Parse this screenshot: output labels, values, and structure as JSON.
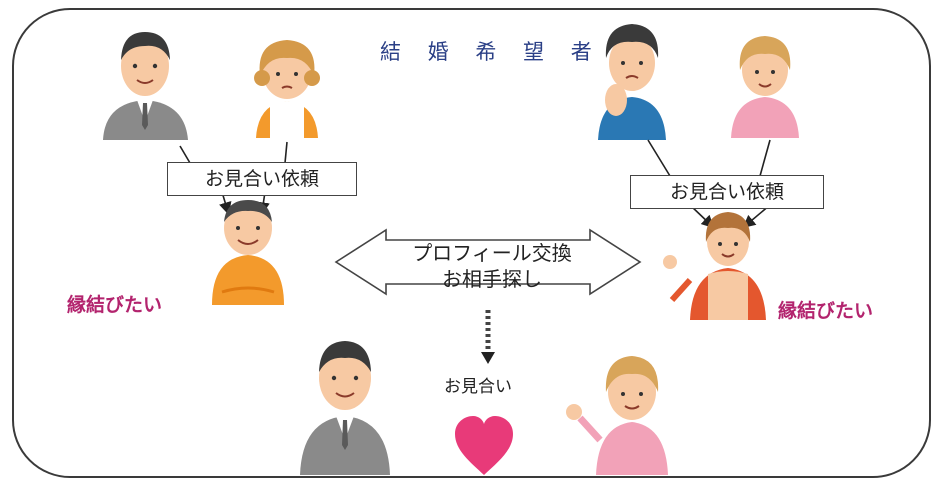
{
  "title": "結 婚 希 望 者",
  "request_label_left": "お見合い依頼",
  "request_label_right": "お見合い依頼",
  "matchmaker_left": "縁結びたい",
  "matchmaker_right": "縁結びたい",
  "exchange_line1": "プロフィール交換",
  "exchange_line2": "お相手探し",
  "meeting_label": "お見合い",
  "colors": {
    "title": "#2a3f86",
    "matchmaker": "#b3246e",
    "heart": "#e83a79",
    "suit": "#8a8a8a",
    "orange": "#f39a2c",
    "blue": "#2a78b4",
    "pink": "#f2a2b8"
  }
}
